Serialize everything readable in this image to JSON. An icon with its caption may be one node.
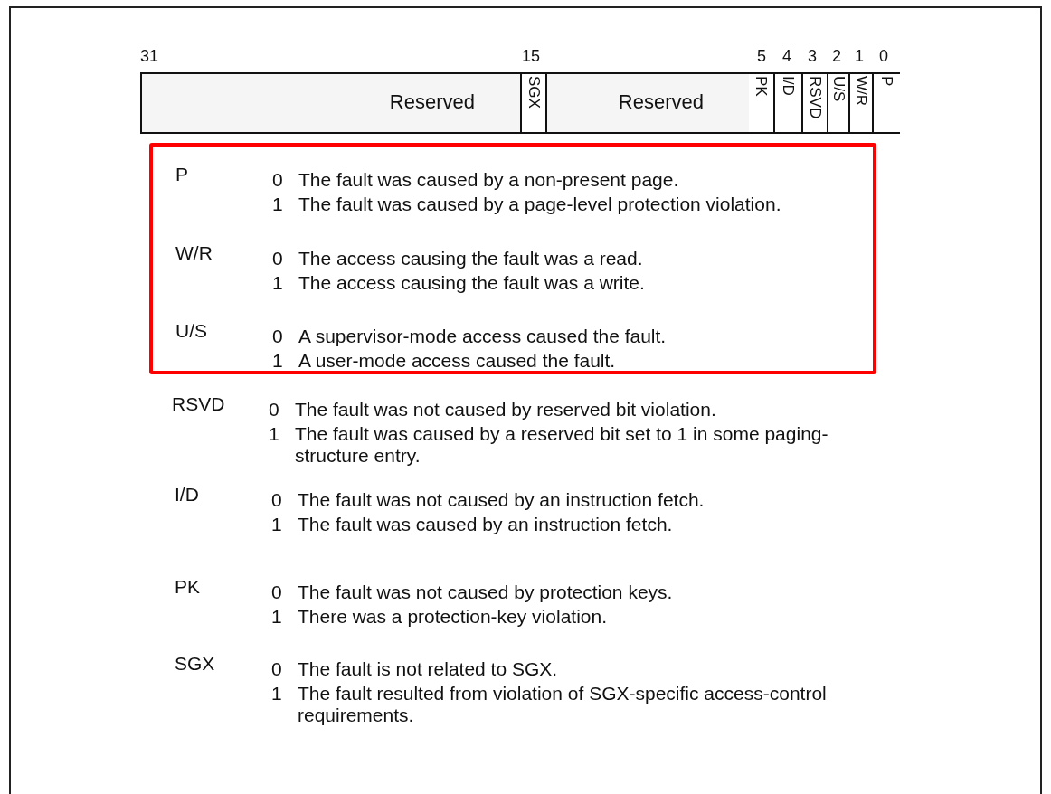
{
  "diagram": {
    "nodes": [
      {
        "text": [
          "Reserved"
        ]
      },
      {
        "text": [
          "SGX"
        ]
      },
      {
        "text": [
          "Reserved"
        ]
      },
      {
        "text": [
          "PK"
        ]
      },
      {
        "text": [
          "I/D"
        ]
      },
      {
        "text": [
          "RSVD"
        ]
      },
      {
        "text": [
          "U/S"
        ]
      },
      {
        "text": [
          "W/R"
        ]
      },
      {
        "text": [
          "P"
        ]
      },
      {
        "text": [
          "P",
          "0",
          "The fault was caused by a non-present page.",
          "1",
          "The fault was caused by a page-level protection violation.",
          "W/R",
          "0",
          "The access causing the fault was a read.",
          "1",
          "The access causing the fault was a write.",
          "U/S",
          "0",
          "A supervisor-mode access caused the fault.",
          "1",
          "A user-mode access caused the fault."
        ]
      }
    ],
    "labels": [
      "31",
      "15",
      "5",
      "4",
      "3",
      "2",
      "1",
      "0",
      "RSVD",
      "0",
      "The fault was not caused by reserved bit violation.",
      "1",
      "The fault was caused by a reserved bit set to 1 in some paging-structure entry.",
      "I/D",
      "0",
      "The fault was not caused by an instruction fetch.",
      "1",
      "The fault was caused by an instruction fetch.",
      "PK",
      "0",
      "The fault was not caused by protection keys.",
      "1",
      "There was a protection-key violation.",
      "SGX",
      "0",
      "The fault is not related to SGX.",
      "1",
      "The fault resulted from violation of SGX-specific access-control requirements."
    ]
  }
}
